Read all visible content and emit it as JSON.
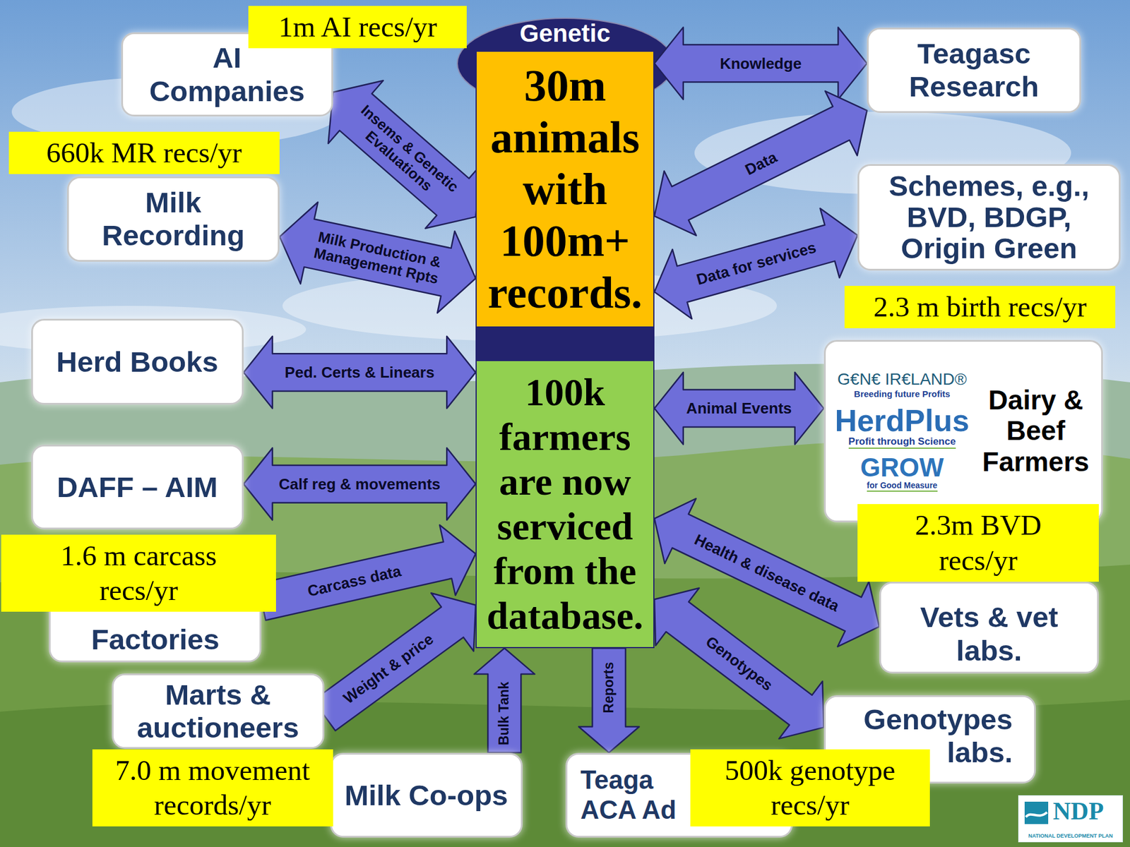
{
  "diagram": {
    "nodes": [
      {
        "text": [
          "Genetic"
        ]
      },
      {
        "text": [
          "30m animals with 100m+ records."
        ],
        "in": 0
      },
      {
        "text": [
          "100k farmers are now serviced from the database."
        ],
        "in": 0
      },
      {
        "text": [
          "AI Companies"
        ]
      },
      {
        "text": [
          "Teagasc Research"
        ]
      },
      {
        "text": [
          "Milk Recording"
        ]
      },
      {
        "text": [
          "Schemes, e.g., BVD, BDGP, Origin Green"
        ]
      },
      {
        "text": [
          "Herd Books"
        ]
      },
      {
        "text": [
          "G€N€ IR€LAND®",
          "Breeding future Profits",
          "HerdPlus",
          "Profit through Science",
          "GROW",
          "for Good Measure",
          "Dairy & Beef Farmers"
        ]
      },
      {
        "text": [
          "DAFF – AIM"
        ]
      },
      {
        "text": [
          "Factories"
        ]
      },
      {
        "text": [
          "Vets & vet labs."
        ]
      },
      {
        "text": [
          "Marts & auctioneers"
        ]
      },
      {
        "text": [
          "Milk Co-ops"
        ]
      },
      {
        "text": [
          "Teaga ACA Ad"
        ]
      },
      {
        "text": [
          "Genotypes labs."
        ]
      }
    ],
    "edges": [
      {
        "from": 3,
        "to": 0,
        "label": "Insems & Genetic Evaluations",
        "arrow": "both"
      },
      {
        "from": 4,
        "to": 0,
        "label": "Knowledge",
        "arrow": "both"
      },
      {
        "from": 4,
        "to": 0,
        "label": "Data",
        "arrow": "both"
      },
      {
        "from": 5,
        "to": 0,
        "label": "Milk Production & Management Rpts",
        "arrow": "both"
      },
      {
        "from": 6,
        "to": 0,
        "label": "Data for services",
        "arrow": "both"
      },
      {
        "from": 7,
        "to": 0,
        "label": "Ped. Certs & Linears",
        "arrow": "both"
      },
      {
        "from": 8,
        "to": 0,
        "label": "Animal Events",
        "arrow": "both"
      },
      {
        "from": 9,
        "to": 0,
        "label": "Calf reg & movements",
        "arrow": "both"
      },
      {
        "from": 10,
        "to": 0,
        "label": "Carcass data",
        "arrow": "to"
      },
      {
        "from": 11,
        "to": 0,
        "label": "Health & disease data",
        "arrow": "both"
      },
      {
        "from": 12,
        "to": 0,
        "label": "Weight & price",
        "arrow": "to"
      },
      {
        "from": 13,
        "to": 0,
        "label": "Bulk Tank",
        "arrow": "to"
      },
      {
        "from": 0,
        "to": 14,
        "label": "Reports",
        "arrow": "to"
      },
      {
        "from": 15,
        "to": 0,
        "label": "Genotypes",
        "arrow": "both"
      }
    ],
    "labels": [
      "1m AI recs/yr",
      "660k MR recs/yr",
      "2.3 m birth recs/yr",
      "1.6 m carcass recs/yr",
      "2.3m BVD recs/yr",
      "7.0 m movement records/yr",
      "500k genotype recs/yr",
      "NDP",
      "NATIONAL DEVELOPMENT PLAN"
    ]
  }
}
